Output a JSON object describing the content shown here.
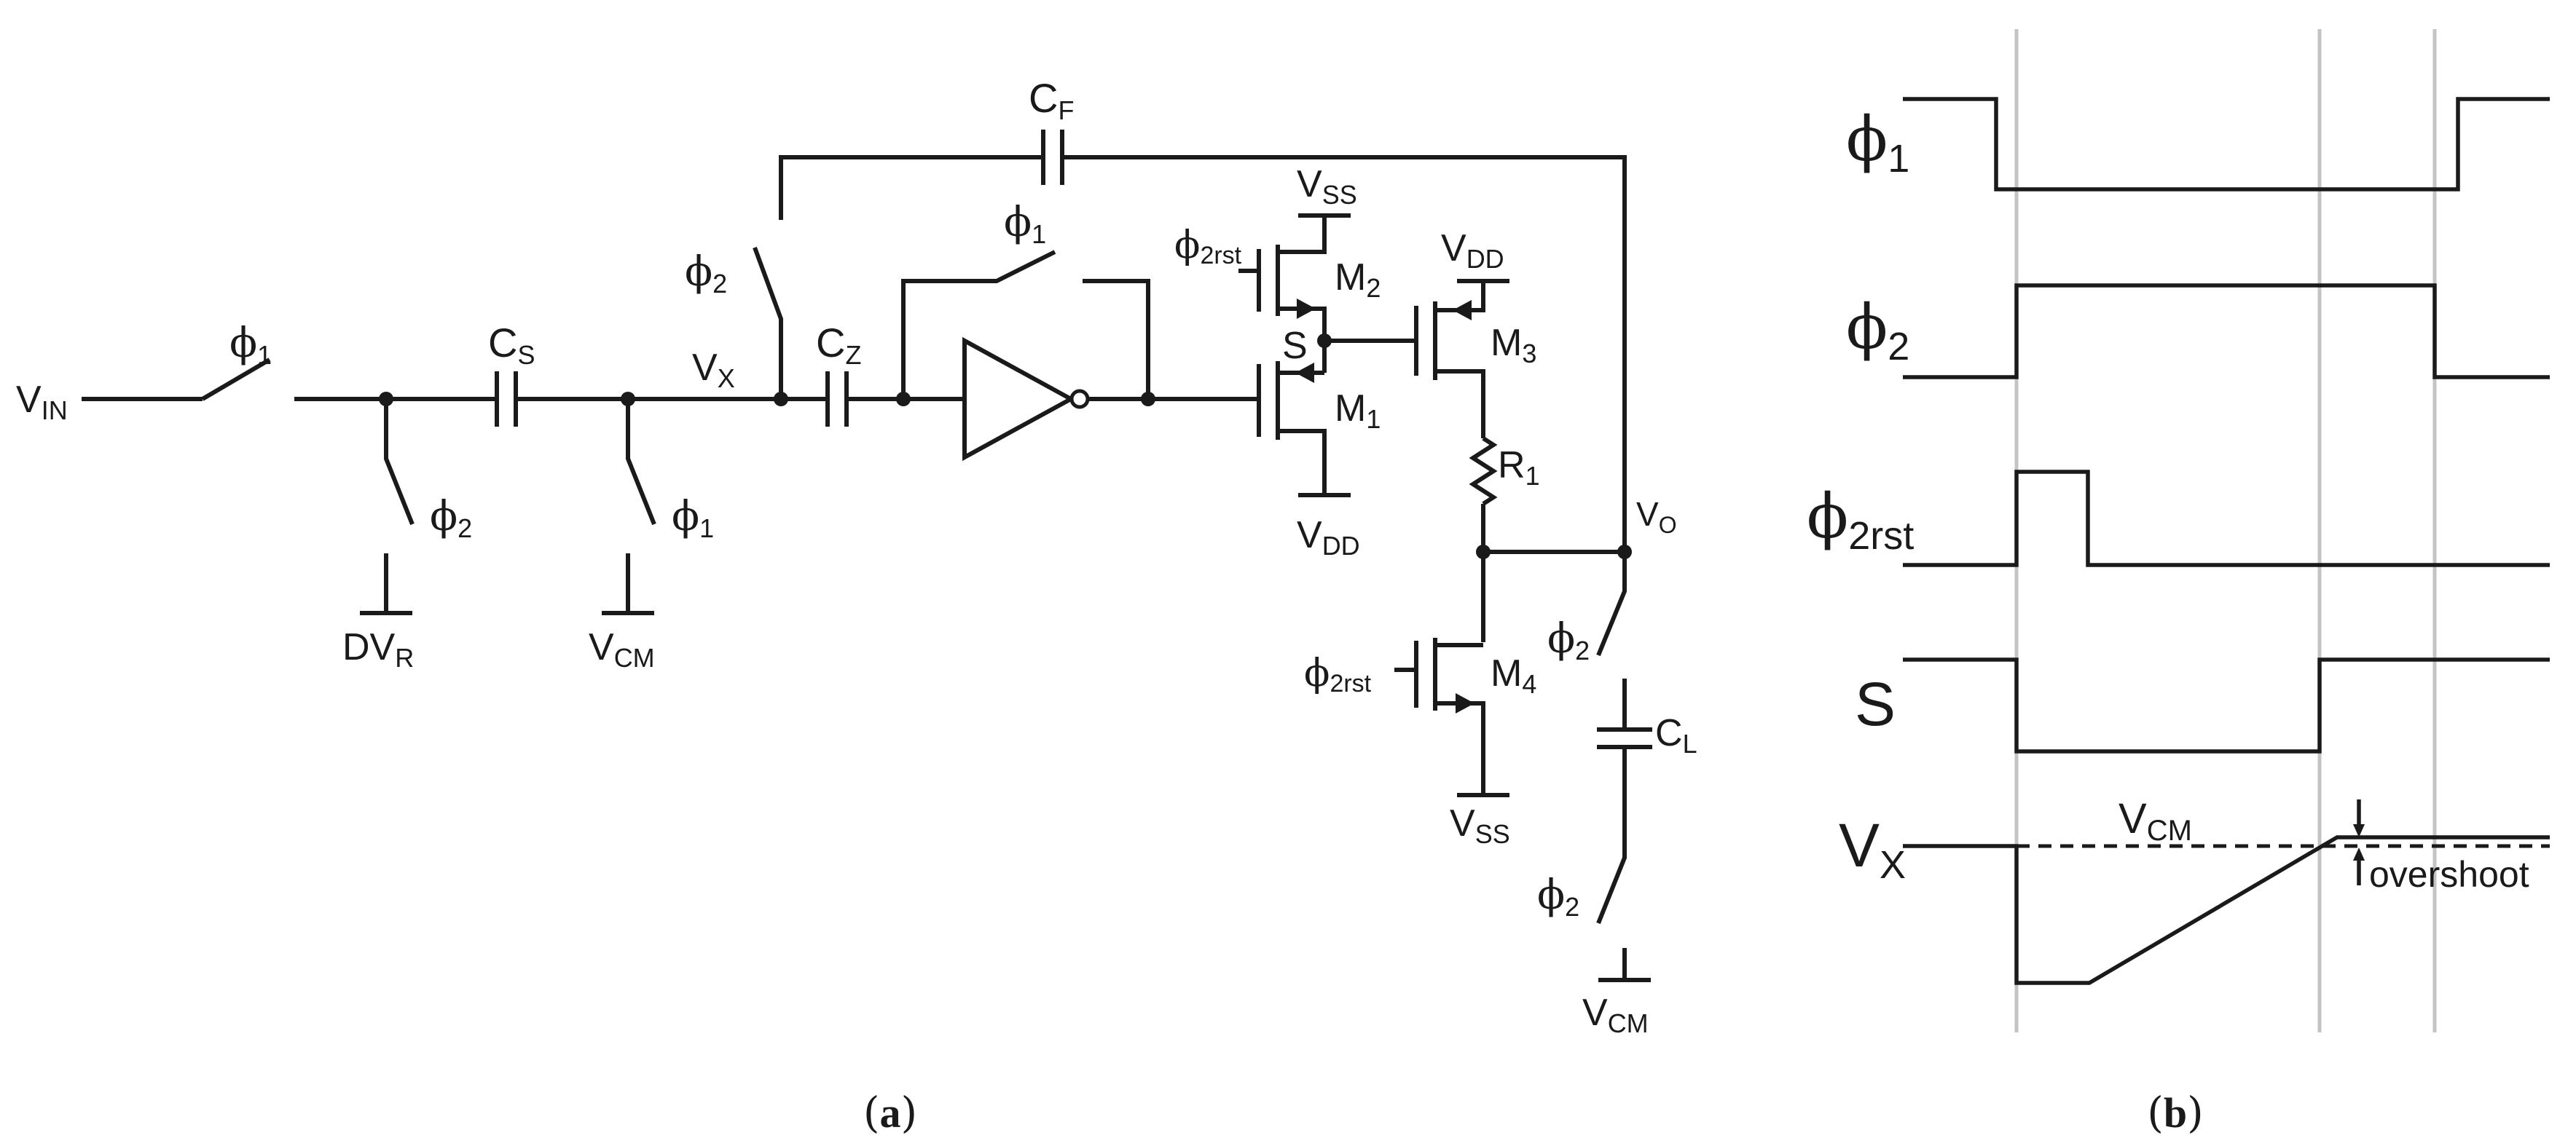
{
  "panel_a": {
    "caption_paren_open": "(",
    "caption_letter": "a",
    "caption_paren_close": ")",
    "labels": {
      "vin_main": "V",
      "vin_sub": "IN",
      "phi": "ϕ",
      "sub_1": "1",
      "sub_2": "2",
      "sub_2rst": "2rst",
      "cs_main": "C",
      "cs_sub": "S",
      "cz_main": "C",
      "cz_sub": "Z",
      "cf_main": "C",
      "cf_sub": "F",
      "cl_main": "C",
      "cl_sub": "L",
      "vx_main": "V",
      "vx_sub": "X",
      "vo_main": "V",
      "vo_sub": "O",
      "dvr_main": "DV",
      "dvr_sub": "R",
      "v_main": "V",
      "cm_sub": "CM",
      "dd_sub": "DD",
      "ss_sub": "SS",
      "m_main": "M",
      "m1_sub": "1",
      "m2_sub": "2",
      "m3_sub": "3",
      "m4_sub": "4",
      "r_main": "R",
      "r1_sub": "1",
      "s_node": "S"
    }
  },
  "panel_b": {
    "caption_paren_open": "(",
    "caption_letter": "b",
    "caption_paren_close": ")",
    "signals": {
      "phi": "ϕ",
      "phi1_sub": "1",
      "phi2_sub": "2",
      "phi2rst_sub": "2rst",
      "s": "S",
      "vx_main": "V",
      "vx_sub": "X"
    },
    "vcm_main": "V",
    "vcm_sub": "CM",
    "overshoot": "overshoot"
  }
}
